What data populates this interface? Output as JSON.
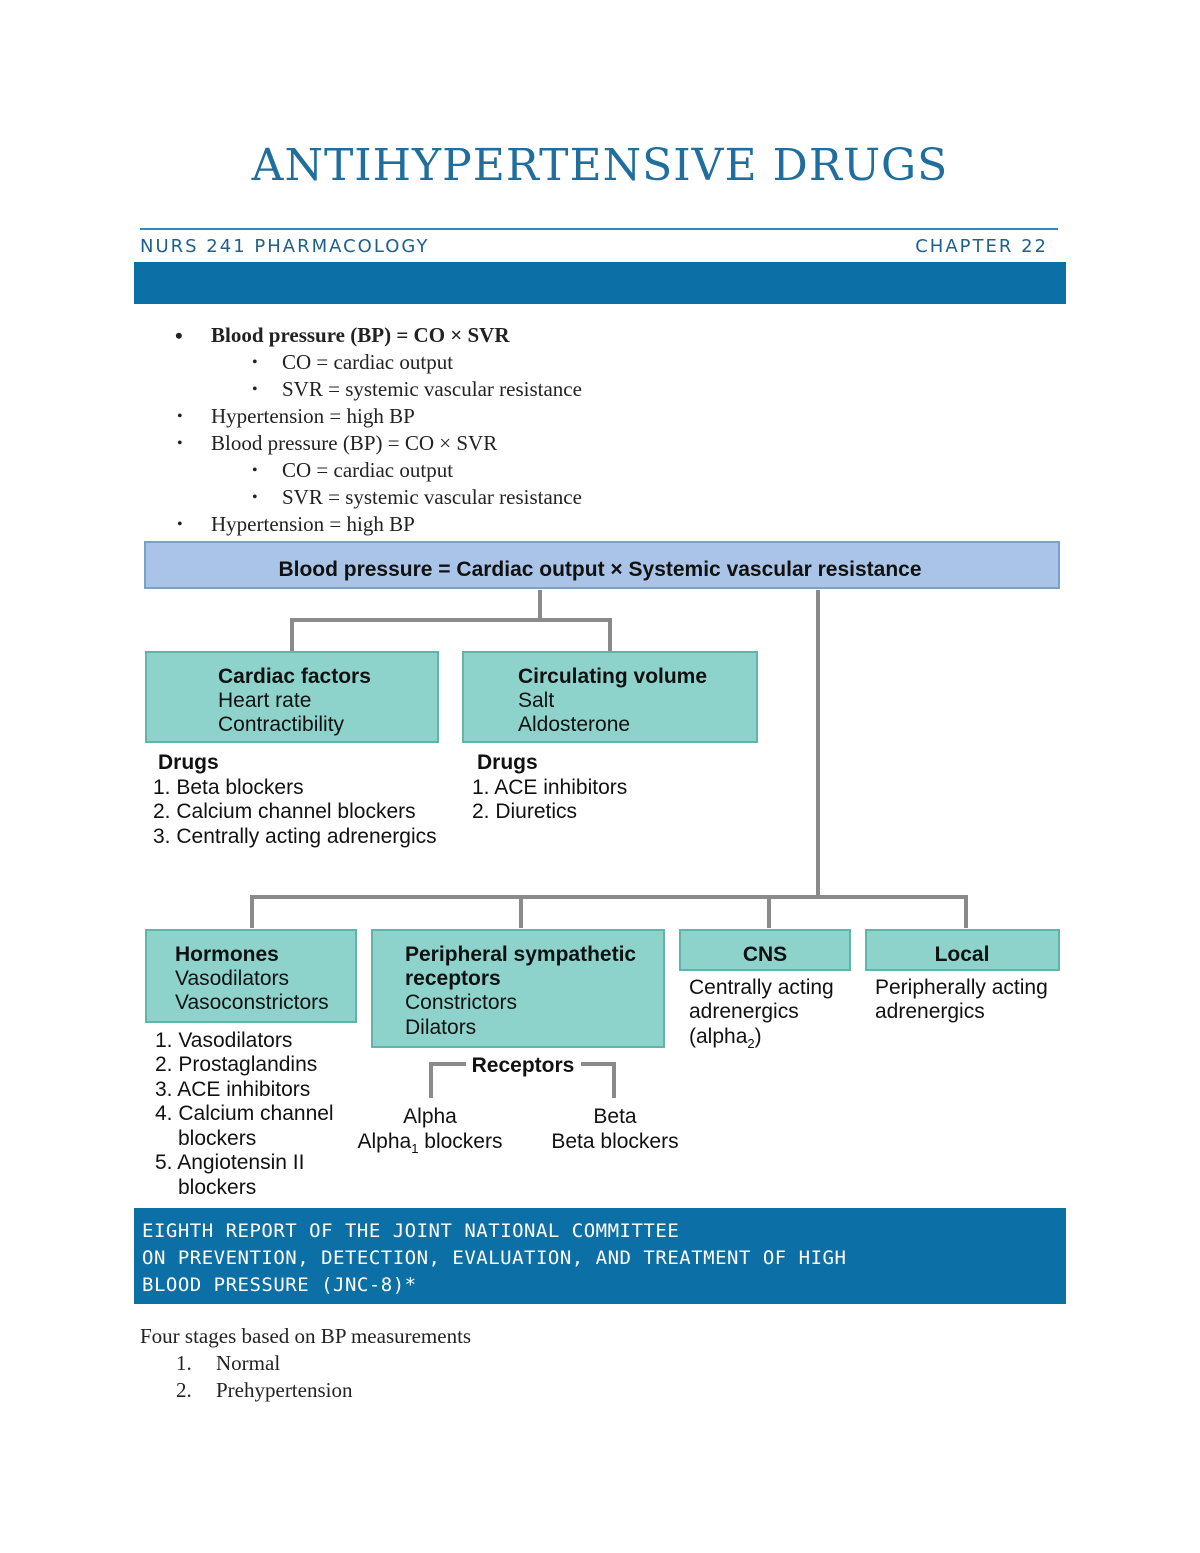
{
  "title": "ANTIHYPERTENSIVE DRUGS",
  "header": {
    "course": "NURS 241 PHARMACOLOGY",
    "chapter": "CHAPTER 22"
  },
  "bullets": [
    {
      "level": 1,
      "bold": true,
      "text": "Blood pressure (BP) = CO × SVR"
    },
    {
      "level": 2,
      "text": "CO = cardiac output"
    },
    {
      "level": 2,
      "text": "SVR = systemic vascular resistance"
    },
    {
      "level": 1,
      "text": "Hypertension = high BP"
    },
    {
      "level": 1,
      "text": "Blood pressure (BP) = CO × SVR"
    },
    {
      "level": 2,
      "text": "CO = cardiac output"
    },
    {
      "level": 2,
      "text": "SVR = systemic vascular resistance"
    },
    {
      "level": 1,
      "text": "Hypertension = high BP"
    }
  ],
  "diagram": {
    "root": "Blood pressure = Cardiac output × Systemic vascular resistance",
    "cardiac": {
      "title": "Cardiac factors",
      "items": [
        "Heart rate",
        "Contractibility"
      ],
      "drugs_label": "Drugs",
      "drugs": [
        "1. Beta blockers",
        "2. Calcium channel blockers",
        "3. Centrally acting adrenergics"
      ]
    },
    "volume": {
      "title": "Circulating volume",
      "items": [
        "Salt",
        "Aldosterone"
      ],
      "drugs_label": "Drugs",
      "drugs": [
        "1. ACE inhibitors",
        "2. Diuretics"
      ]
    },
    "hormones": {
      "title": "Hormones",
      "items": [
        "Vasodilators",
        "Vasoconstrictors"
      ],
      "drugs": [
        "1. Vasodilators",
        "2. Prostaglandins",
        "3. ACE inhibitors",
        "4. Calcium channel",
        "blockers",
        "5. Angiotensin II",
        "blockers"
      ]
    },
    "peripheral": {
      "title_lines": [
        "Peripheral sympathetic",
        "receptors"
      ],
      "items": [
        "Constrictors",
        "Dilators"
      ],
      "receptors_label": "Receptors",
      "alpha": "Alpha",
      "alpha_blockers": "Alpha",
      "alpha_sub": "1",
      "alpha_blockers_suffix": " blockers",
      "beta": "Beta",
      "beta_blockers": "Beta blockers"
    },
    "cns": {
      "title": "CNS",
      "lines": [
        "Centrally acting",
        "adrenergics"
      ],
      "alpha2_prefix": "(alpha",
      "alpha2_sub": "2",
      "alpha2_suffix": ")"
    },
    "local": {
      "title": "Local",
      "lines": [
        "Peripherally acting",
        "adrenergics"
      ]
    },
    "colors": {
      "root_fill": "#a9c4e6",
      "box_fill": "#8ed3cb",
      "box_border": "#5fb5aa",
      "connector": "#8a8a8a"
    }
  },
  "jnc": {
    "lines": [
      "EIGHTH REPORT OF THE JOINT NATIONAL COMMITTEE",
      "ON PREVENTION, DETECTION, EVALUATION, AND TREATMENT OF HIGH",
      "BLOOD PRESSURE (JNC-8)*"
    ]
  },
  "stages": {
    "intro": "Four stages based on BP measurements",
    "items": [
      {
        "num": "1.",
        "text": "Normal"
      },
      {
        "num": "2.",
        "text": "Prehypertension"
      }
    ]
  }
}
